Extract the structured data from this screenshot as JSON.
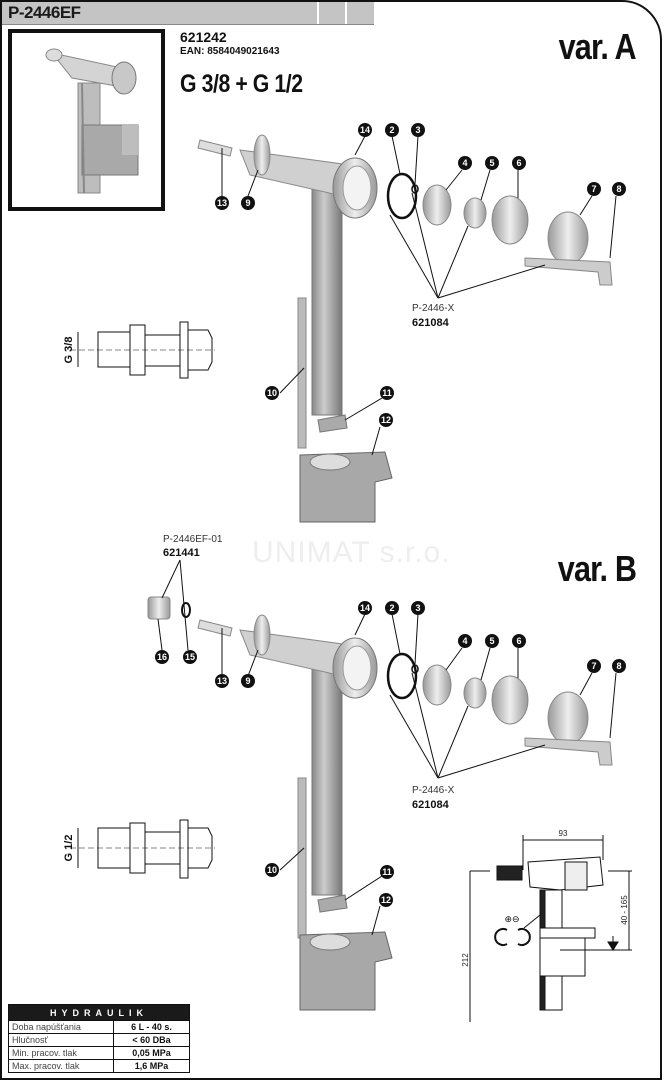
{
  "header": {
    "product_name": "P-2446EF"
  },
  "product": {
    "code": "621242",
    "ean": "EAN: 8584049021643",
    "thread": "G 3/8 + G 1/2"
  },
  "variants": [
    {
      "title": "var. A",
      "thread_label": "G 3/8",
      "kit": {
        "label": "P-2446-X",
        "code": "621084"
      },
      "callouts": [
        "14",
        "2",
        "3",
        "4",
        "5",
        "6",
        "7",
        "8",
        "13",
        "9",
        "10",
        "11",
        "12"
      ]
    },
    {
      "title": "var. B",
      "thread_label": "G 1/2",
      "adapter_kit": {
        "label": "P-2446EF-01",
        "code": "621441"
      },
      "kit": {
        "label": "P-2446-X",
        "code": "621084"
      },
      "callouts": [
        "14",
        "2",
        "3",
        "4",
        "5",
        "6",
        "7",
        "8",
        "16",
        "15",
        "13",
        "9",
        "10",
        "11",
        "12"
      ]
    }
  ],
  "watermark": "UNIMAT s.r.o.",
  "dimensions": {
    "width": "93",
    "height": "212",
    "range": "40 - 165",
    "adjust_symbols": "⊕⊖"
  },
  "spec_table": {
    "title": "HYDRAULIK",
    "rows": [
      {
        "label": "Doba napúšťania",
        "value": "6 L - 40 s."
      },
      {
        "label": "Hlučnosť",
        "value": "< 60 DBa"
      },
      {
        "label": "Min. pracov. tlak",
        "value": "0,05 MPa"
      },
      {
        "label": "Max. pracov. tlak",
        "value": "1,6 MPa"
      }
    ]
  }
}
